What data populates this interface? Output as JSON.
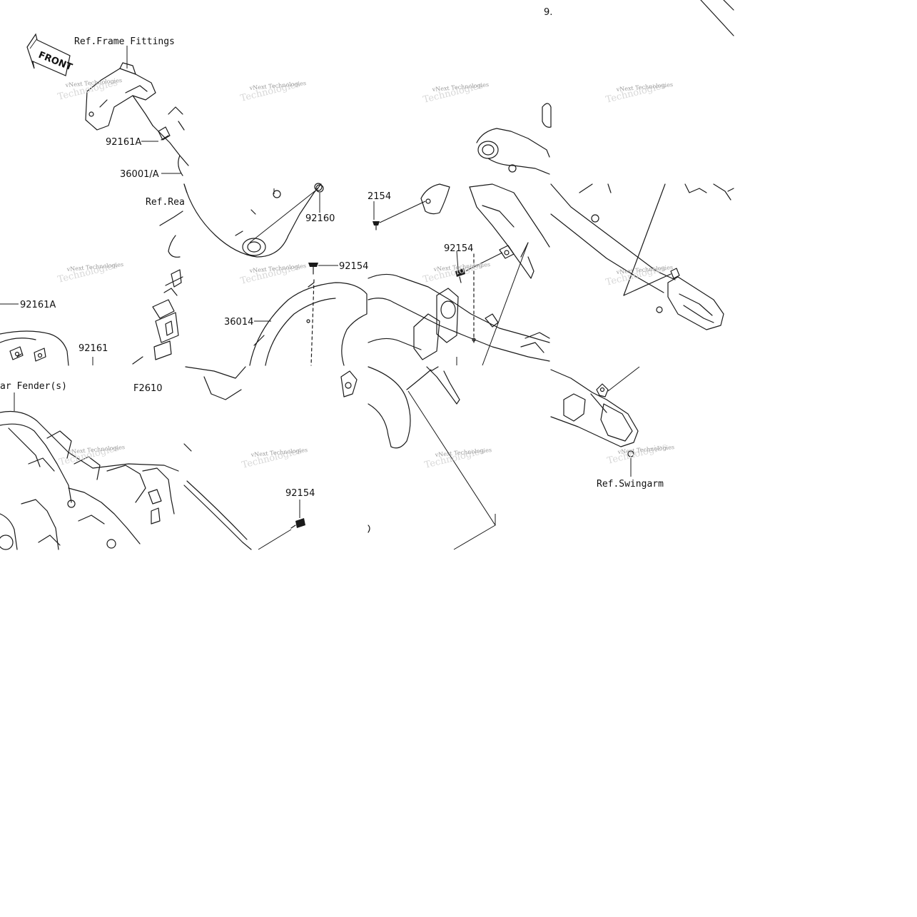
{
  "diagram": {
    "figure_code": "F2610",
    "front_arrow_text": "FRONT",
    "watermark": "vNext Technologies",
    "corner_fragment": "9.",
    "labels": {
      "ref_frame_fittings": "Ref.Frame Fittings",
      "part_92161A_top": "92161A",
      "part_36001A": "36001/A",
      "ref_rear_partial": "Ref.Rea",
      "part_92160": "92160",
      "part_2154": "2154",
      "part_92154_center": "92154",
      "part_92154_mid": "92154",
      "part_36014": "36014",
      "part_92161A_left": "92161A",
      "part_92161": "92161",
      "rear_fenders_partial": "ar Fender(s)",
      "part_92154_bottom": "92154",
      "ref_swingarm": "Ref.Swingarm"
    }
  }
}
